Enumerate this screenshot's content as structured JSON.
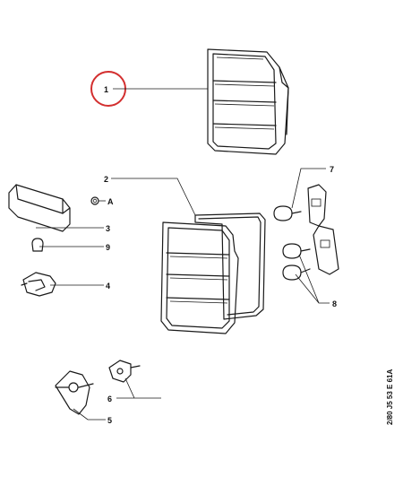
{
  "callouts": [
    {
      "id": "c1",
      "text": "1"
    },
    {
      "id": "c2",
      "text": "2"
    },
    {
      "id": "c3",
      "text": "3"
    },
    {
      "id": "c4",
      "text": "4"
    },
    {
      "id": "c5",
      "text": "5"
    },
    {
      "id": "c6",
      "text": "6"
    },
    {
      "id": "c7",
      "text": "7"
    },
    {
      "id": "c8",
      "text": "8"
    },
    {
      "id": "c9",
      "text": "9"
    },
    {
      "id": "cA",
      "text": "A"
    }
  ],
  "reference_code": "2/80   J5   53 E 61A",
  "highlight": {
    "color": "#d32f2f",
    "label": "1"
  },
  "colors": {
    "ink": "#1a1a1a",
    "background": "#ffffff"
  }
}
